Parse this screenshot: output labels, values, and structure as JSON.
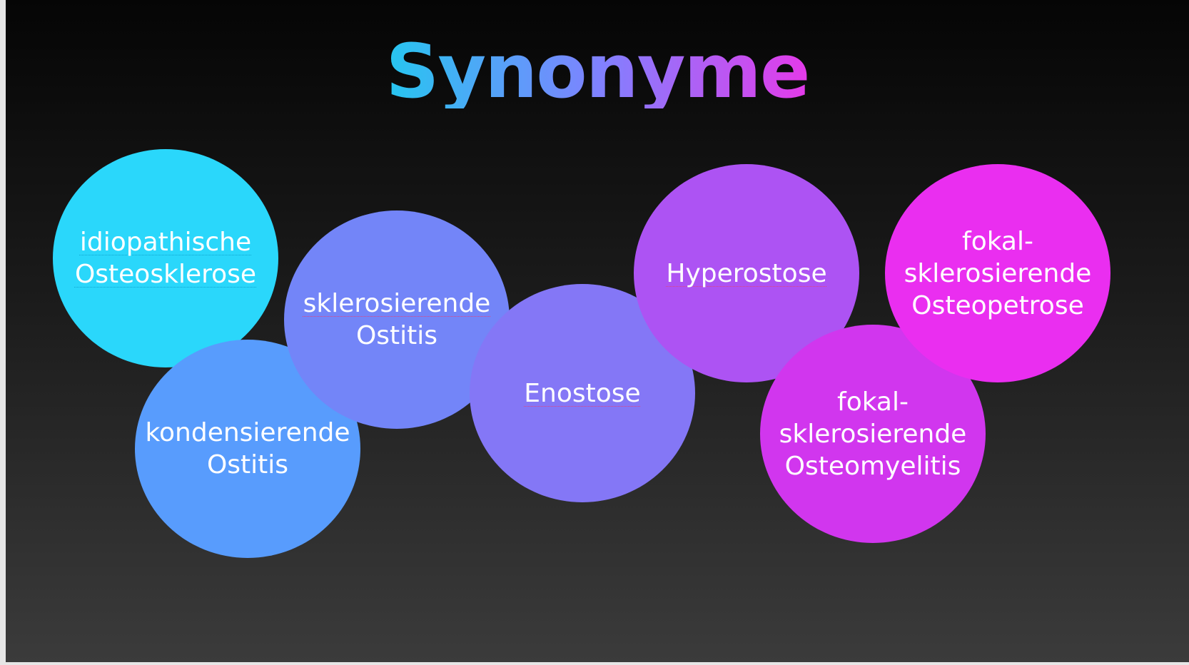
{
  "slide": {
    "title": "Synonyme",
    "title_gradient": [
      "#26c6f0",
      "#7f82ff",
      "#e43ae9"
    ],
    "bubbles": [
      {
        "lines": [
          "idiopathische",
          "Osteosklerose"
        ],
        "color": "#2ad7fb",
        "spellcheck_color": "#10a5cf"
      },
      {
        "lines": [
          "kondensierende",
          "Ostitis"
        ],
        "color": "#589cfd",
        "spellcheck_color": null
      },
      {
        "lines": [
          "sklerosierende",
          "Ostitis"
        ],
        "color": "#7385f8",
        "spellcheck_color": "#e0447e"
      },
      {
        "lines": [
          "Enostose"
        ],
        "color": "#8477f6",
        "spellcheck_color": "#e0447e"
      },
      {
        "lines": [
          "Hyperostose"
        ],
        "color": "#ad53f3",
        "spellcheck_color": "#e0447e"
      },
      {
        "lines": [
          "fokal-",
          "sklerosierende",
          "Osteomyelitis"
        ],
        "color": "#d136ee",
        "spellcheck_color": null
      },
      {
        "lines": [
          "fokal-",
          "sklerosierende",
          "Osteopetrose"
        ],
        "color": "#ea2ef0",
        "spellcheck_color": null
      }
    ]
  }
}
